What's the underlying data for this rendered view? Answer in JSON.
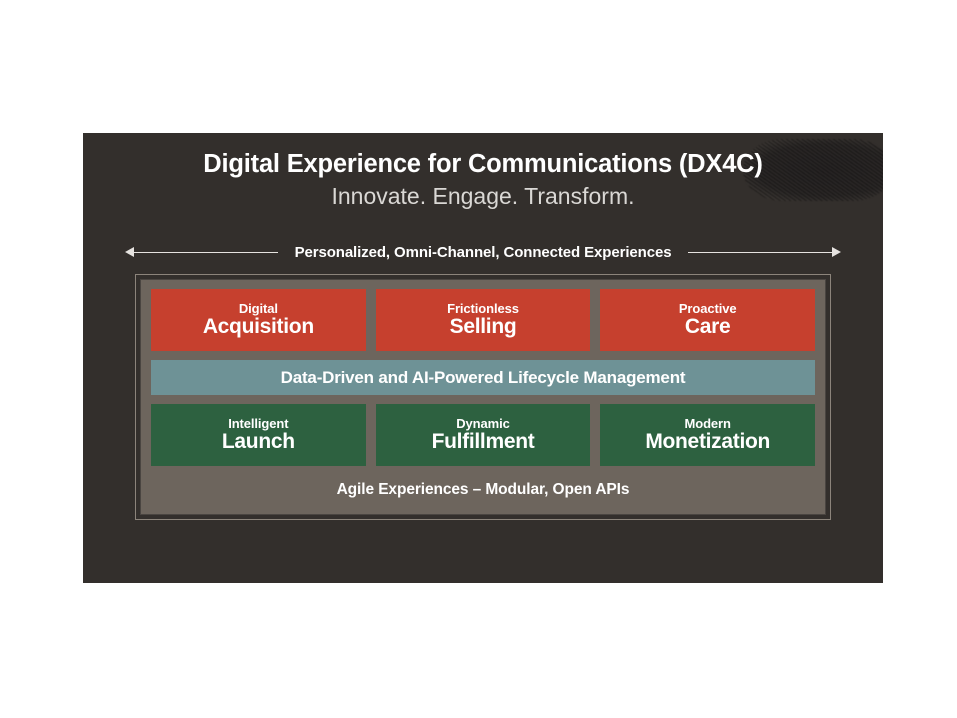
{
  "slide": {
    "title": "Digital Experience for Communications (DX4C)",
    "subtitle": "Innovate. Engage. Transform.",
    "arrow_label": "Personalized, Omni-Channel, Connected Experiences",
    "background_color": "#332F2C",
    "panel_color": "#6D655D"
  },
  "top_row": {
    "accent_color": "#C6402E",
    "cells": [
      {
        "eyebrow": "Digital",
        "headline": "Acquisition"
      },
      {
        "eyebrow": "Frictionless",
        "headline": "Selling"
      },
      {
        "eyebrow": "Proactive",
        "headline": "Care"
      }
    ]
  },
  "mid_bar": {
    "label": "Data-Driven and AI-Powered Lifecycle Management",
    "color": "#6E9296"
  },
  "bottom_row": {
    "accent_color": "#2D6140",
    "cells": [
      {
        "eyebrow": "Intelligent",
        "headline": "Launch"
      },
      {
        "eyebrow": "Dynamic",
        "headline": "Fulfillment"
      },
      {
        "eyebrow": "Modern",
        "headline": "Monetization"
      }
    ]
  },
  "footer_bar": {
    "label": "Agile Experiences – Modular, Open APIs"
  }
}
